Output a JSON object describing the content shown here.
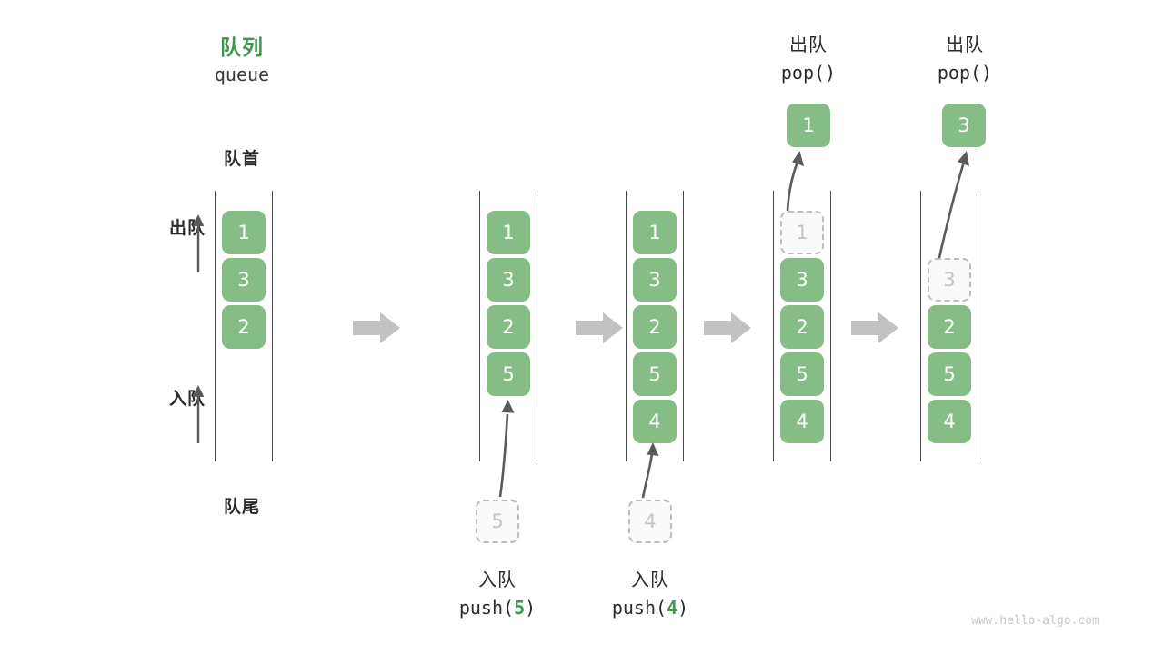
{
  "meta": {
    "watermark": "www.hello-algo.com"
  },
  "header": {
    "title_cn": "队列",
    "title_code": "queue",
    "head_label": "队首",
    "tail_label": "队尾"
  },
  "side_labels": [
    {
      "text": "出队",
      "arrow": "up-arrow-icon"
    },
    {
      "text": "入队",
      "arrow": "up-arrow-icon"
    }
  ],
  "transition_arrows": [
    {
      "name": "transition-arrow-1"
    },
    {
      "name": "transition-arrow-2"
    },
    {
      "name": "transition-arrow-3"
    },
    {
      "name": "transition-arrow-4"
    }
  ],
  "panels": [
    {
      "id": "panel-initial",
      "op_cn": "",
      "op_code": "",
      "op_code_prefix": "",
      "op_code_num": "",
      "op_code_suffix": "",
      "items": [
        "1",
        "3",
        "2"
      ],
      "ghost_index": -1,
      "ghost_value": "",
      "pending_value": "",
      "popped_value": "",
      "pop_label_cn": "",
      "pop_label_code": ""
    },
    {
      "id": "panel-push-5",
      "op_cn": "入队",
      "op_code_prefix": "push(",
      "op_code_num": "5",
      "op_code_suffix": ")",
      "items": [
        "1",
        "3",
        "2",
        "5"
      ],
      "ghost_index": -1,
      "ghost_value": "",
      "pending_value": "5",
      "popped_value": "",
      "pop_label_cn": "",
      "pop_label_code": ""
    },
    {
      "id": "panel-push-4",
      "op_cn": "入队",
      "op_code_prefix": "push(",
      "op_code_num": "4",
      "op_code_suffix": ")",
      "items": [
        "1",
        "3",
        "2",
        "5",
        "4"
      ],
      "ghost_index": -1,
      "ghost_value": "",
      "pending_value": "4",
      "popped_value": "",
      "pop_label_cn": "",
      "pop_label_code": ""
    },
    {
      "id": "panel-pop-1",
      "op_cn": "",
      "op_code_prefix": "",
      "op_code_num": "",
      "op_code_suffix": "",
      "items": [
        "1",
        "3",
        "2",
        "5",
        "4"
      ],
      "ghost_index": 0,
      "ghost_value": "1",
      "pending_value": "",
      "popped_value": "1",
      "pop_label_cn": "出队",
      "pop_label_code": "pop()"
    },
    {
      "id": "panel-pop-3",
      "op_cn": "",
      "op_code_prefix": "",
      "op_code_num": "",
      "op_code_suffix": "",
      "items": [
        "3",
        "2",
        "5",
        "4"
      ],
      "ghost_index": 0,
      "ghost_value": "3",
      "pending_value": "",
      "popped_value": "3",
      "pop_label_cn": "出队",
      "pop_label_code": "pop()"
    }
  ],
  "colors": {
    "element_green": "#86bd86",
    "title_green": "#3f9a4f",
    "ghost_border": "#bdbdbd",
    "ghost_text": "#c4c4c4",
    "rail": "#4a4a4a",
    "arrow_gray": "#5a5a5a",
    "transition_gray": "#c2c2c2",
    "watermark_gray": "#c9c9c9"
  }
}
